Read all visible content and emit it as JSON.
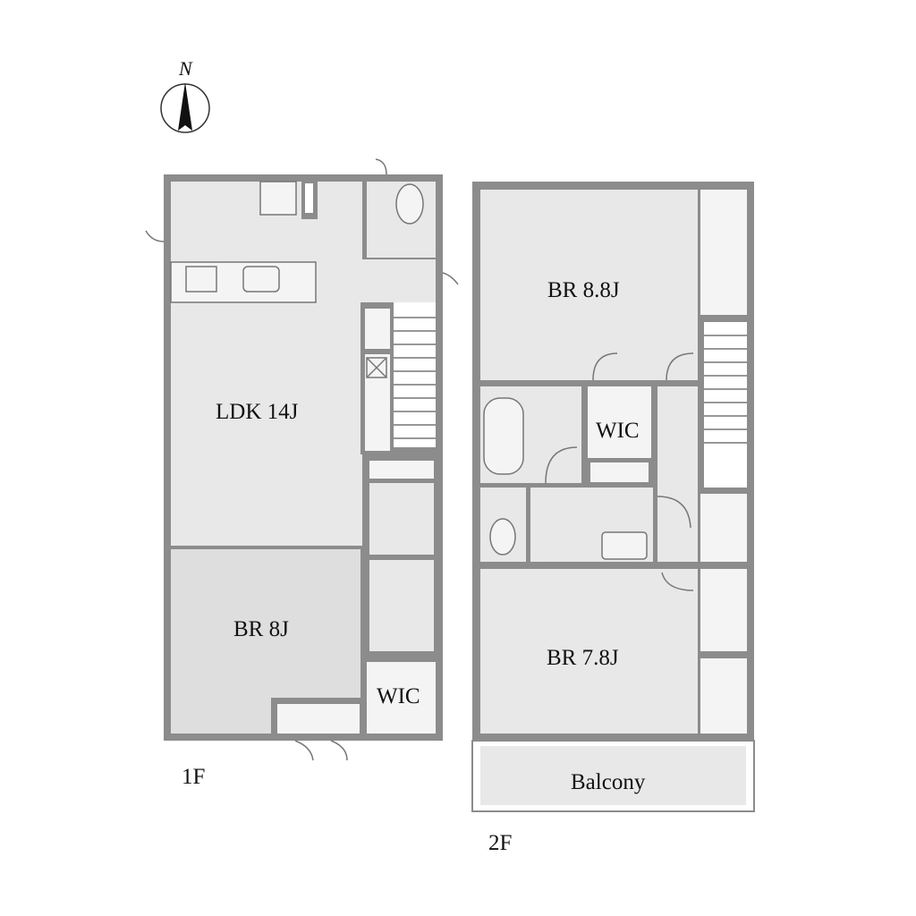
{
  "compass": {
    "label": "N"
  },
  "floor1": {
    "label": "1F",
    "rooms": {
      "ldk": "LDK 14J",
      "bedroom": "BR 8J",
      "wic": "WIC"
    }
  },
  "floor2": {
    "label": "2F",
    "rooms": {
      "bedroom_a": "BR 8.8J",
      "wic": "WIC",
      "bedroom_b": "BR 7.8J",
      "balcony": "Balcony"
    }
  },
  "colors": {
    "wall": "#8c8c8c",
    "floor": "#e8e8e8"
  }
}
